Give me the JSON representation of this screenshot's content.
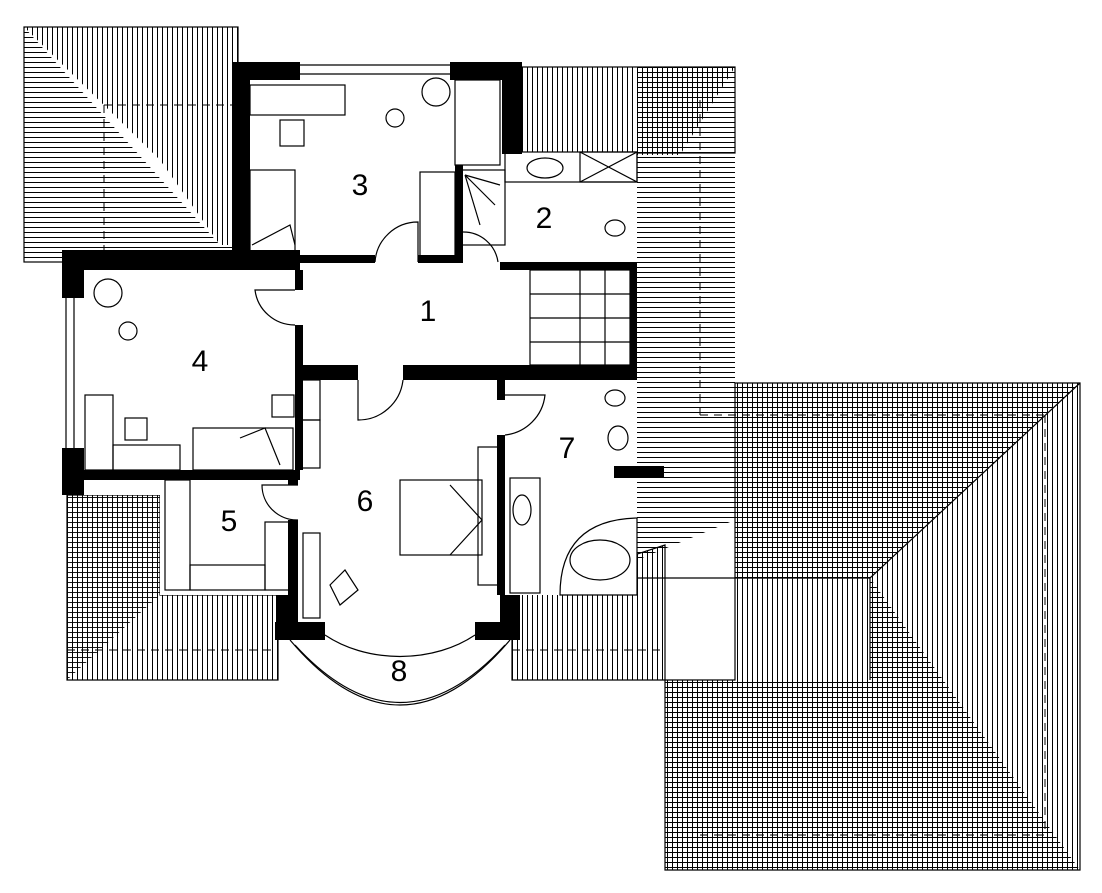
{
  "plan": {
    "rooms": [
      {
        "number": "1"
      },
      {
        "number": "2"
      },
      {
        "number": "3"
      },
      {
        "number": "4"
      },
      {
        "number": "5"
      },
      {
        "number": "6"
      },
      {
        "number": "7"
      },
      {
        "number": "8"
      }
    ]
  }
}
